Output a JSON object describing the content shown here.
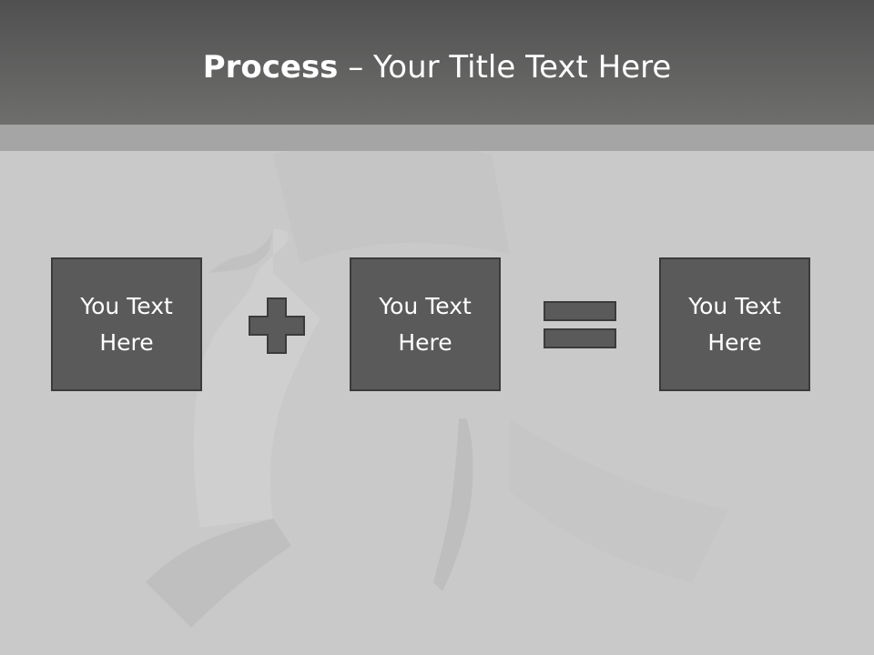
{
  "slide": {
    "title_bold": "Process",
    "title_rest": " – Your Title Text Here"
  },
  "process": {
    "steps": [
      {
        "line1": "You Text",
        "line2": "Here"
      },
      {
        "line1": "You Text",
        "line2": "Here"
      },
      {
        "line1": "You Text",
        "line2": "Here"
      }
    ],
    "operators": [
      "plus-icon",
      "equals-icon"
    ]
  },
  "colors": {
    "header_dark": "#505050",
    "header_light": "#6e6f6d",
    "header_strip": "#a5a5a5",
    "background": "#c9c9c9",
    "box_fill": "#5a5a5a",
    "box_border": "#3b3b3b",
    "text": "#ffffff"
  }
}
